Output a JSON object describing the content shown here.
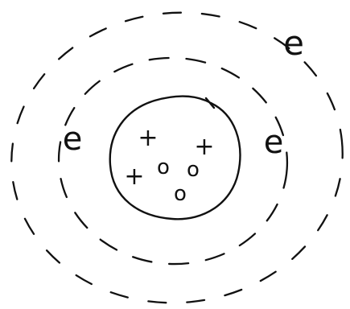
{
  "atom": {
    "electron_symbol": "e",
    "proton_symbol": "+",
    "neutron_symbol": "o",
    "electrons": [
      {
        "shell": "inner",
        "side": "left"
      },
      {
        "shell": "inner",
        "side": "right"
      },
      {
        "shell": "outer",
        "side": "top-right"
      }
    ],
    "protons": 3,
    "neutrons": 3,
    "shells": 2
  }
}
